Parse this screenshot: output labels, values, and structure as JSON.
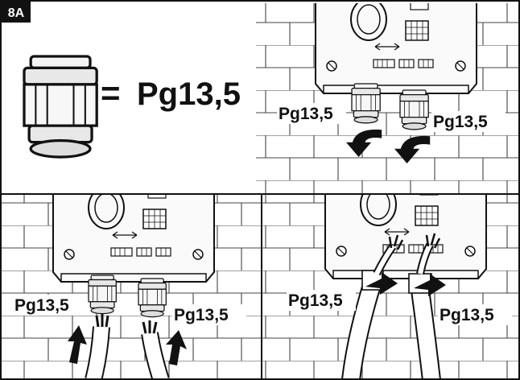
{
  "step_badge": "8A",
  "legend": {
    "equals": "=",
    "gland_name": "Pg13,5"
  },
  "panel_top": {
    "left_label": "Pg13,5",
    "right_label": "Pg13,5"
  },
  "panel_bottom_left": {
    "left_label": "Pg13,5",
    "right_label": "Pg13,5"
  },
  "panel_bottom_right": {
    "left_label": "Pg13,5",
    "right_label": "Pg13,5"
  }
}
